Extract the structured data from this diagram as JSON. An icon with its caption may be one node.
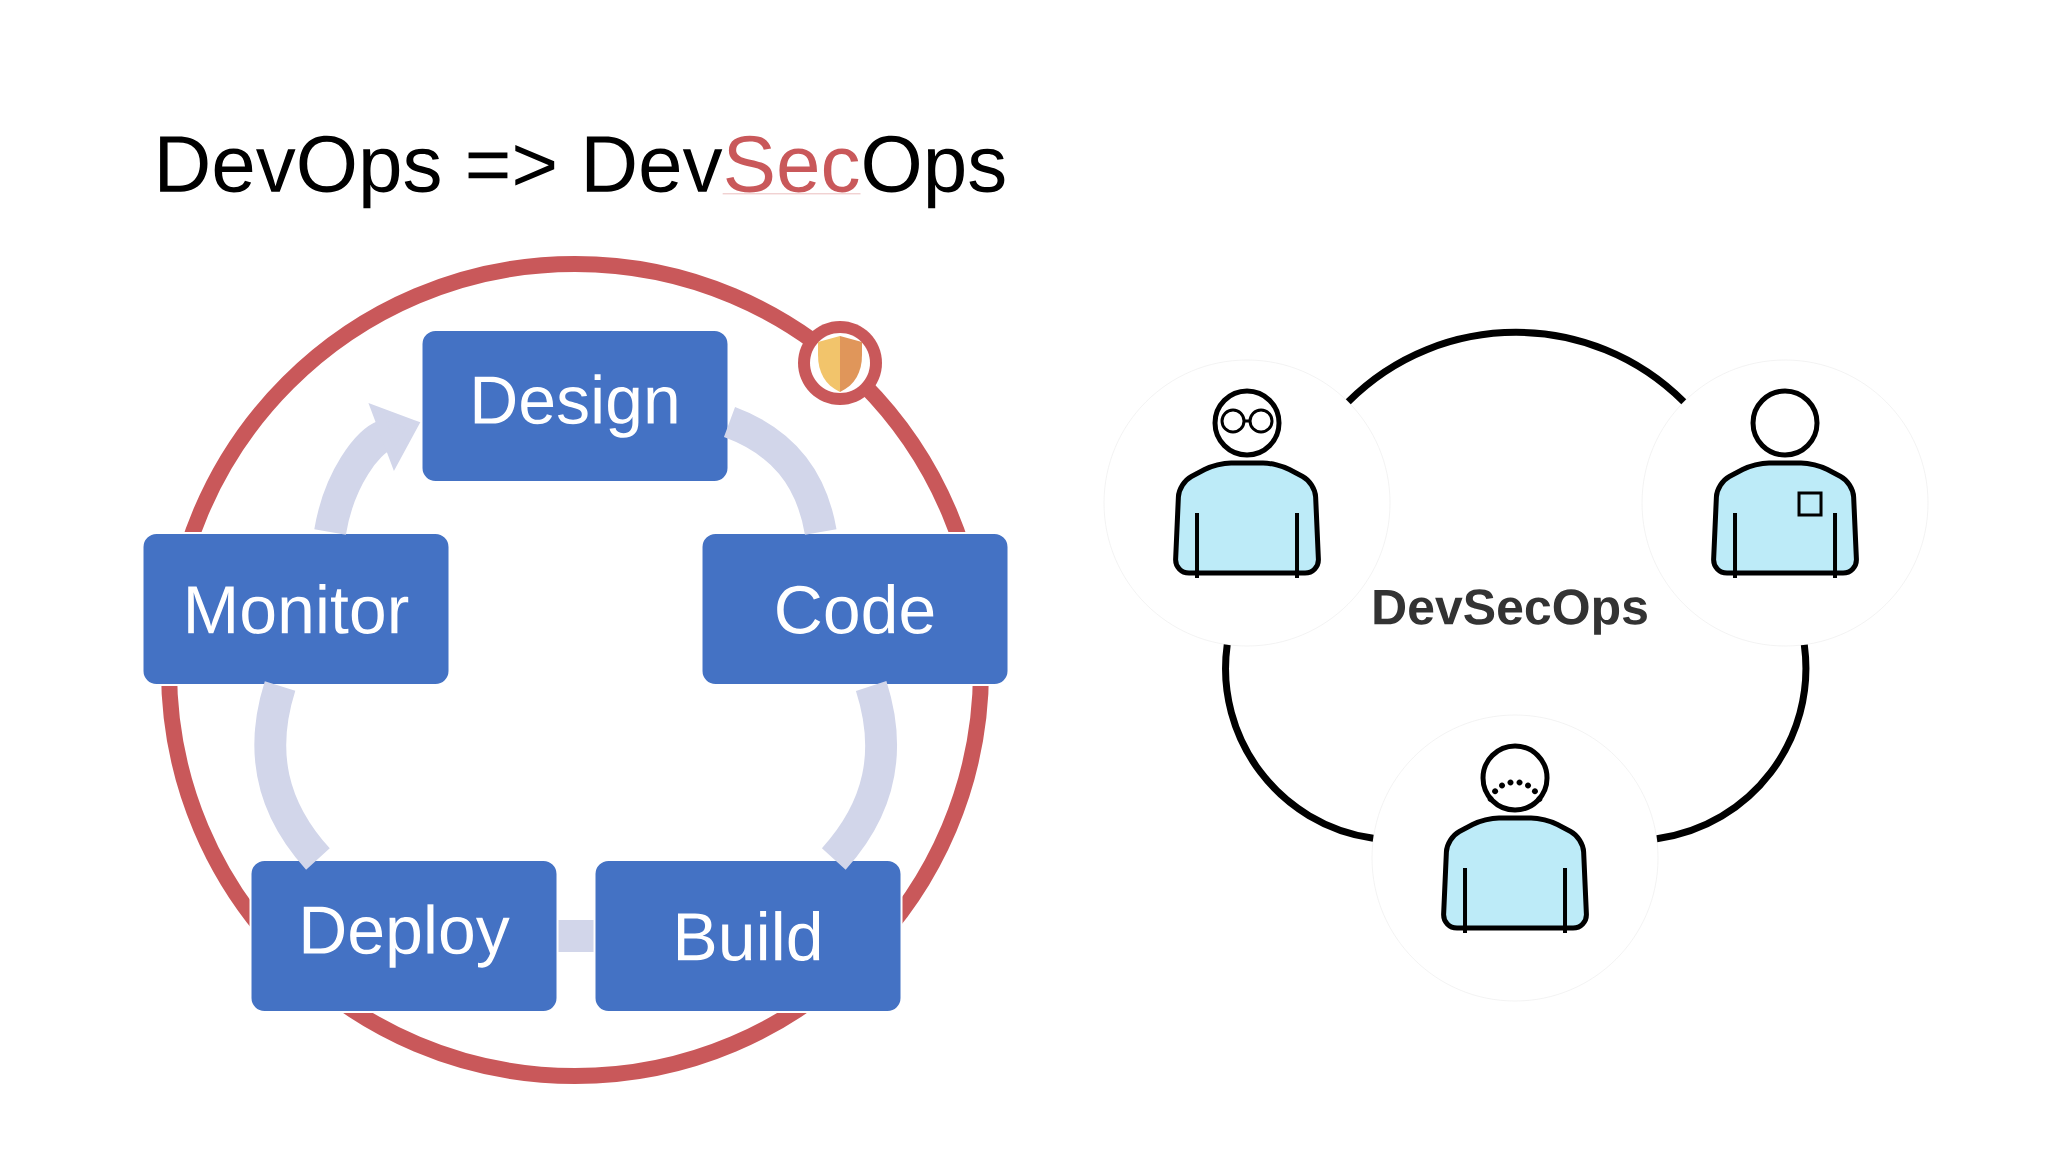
{
  "diagram": {
    "nodes": [
      {
        "text": [
          "Design"
        ]
      },
      {
        "text": [
          "Code"
        ]
      },
      {
        "text": [
          "Build"
        ]
      },
      {
        "text": [
          "Deploy"
        ]
      },
      {
        "text": [
          "Monitor"
        ]
      },
      {
        "text": [],
        "shape": "person"
      },
      {
        "text": [],
        "shape": "person"
      },
      {
        "text": [],
        "shape": "person"
      }
    ],
    "edges": [
      {
        "from": 4,
        "to": 0,
        "arrow": "to"
      },
      {
        "from": 0,
        "to": 1,
        "arrow": "none"
      },
      {
        "from": 1,
        "to": 2,
        "arrow": "none"
      },
      {
        "from": 2,
        "to": 3,
        "arrow": "none"
      },
      {
        "from": 3,
        "to": 4,
        "arrow": "none"
      },
      {
        "from": 5,
        "to": 6,
        "arrow": "none",
        "color": "#000000"
      },
      {
        "from": 6,
        "to": 7,
        "arrow": "none",
        "color": "#000000"
      },
      {
        "from": 5,
        "to": 7,
        "arrow": "none",
        "color": "#000000"
      }
    ],
    "labels": [
      "DevOps => Dev",
      "Sec",
      "Ops",
      "DevSecOps"
    ]
  }
}
